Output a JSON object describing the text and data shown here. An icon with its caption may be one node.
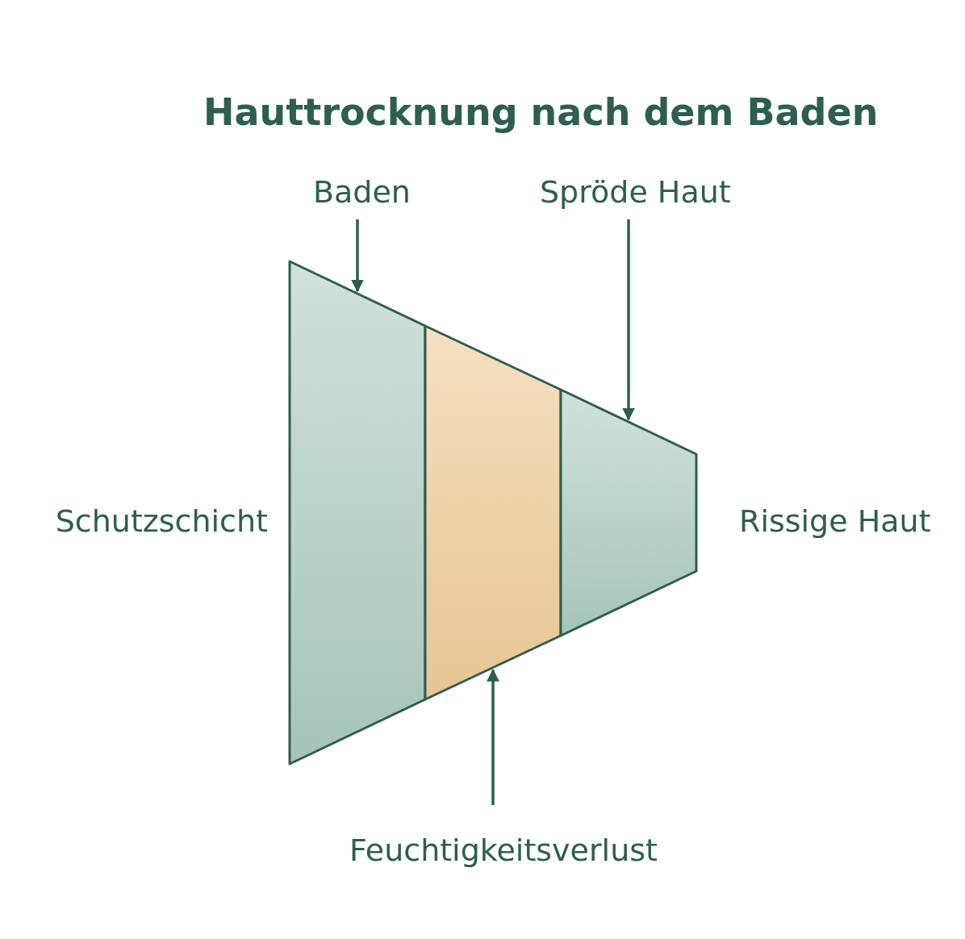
{
  "diagram": {
    "title": "Hauttrocknung nach dem Baden",
    "nodes": [
      {
        "text": [],
        "shape": "box",
        "beside": [
          "Schutzschicht"
        ]
      },
      {
        "text": [],
        "shape": "box"
      },
      {
        "text": [],
        "shape": "box",
        "beside": [
          "Rissige Haut"
        ]
      },
      {
        "text": [
          "Baden"
        ]
      },
      {
        "text": [
          "Spröde Haut"
        ]
      },
      {
        "text": [
          "Feuchtigkeitsverlust"
        ]
      }
    ],
    "edges": [
      {
        "from": 3,
        "to": 0,
        "arrow": "to"
      },
      {
        "from": 4,
        "to": 2,
        "arrow": "to"
      },
      {
        "from": 5,
        "to": 1,
        "arrow": "to"
      }
    ]
  }
}
